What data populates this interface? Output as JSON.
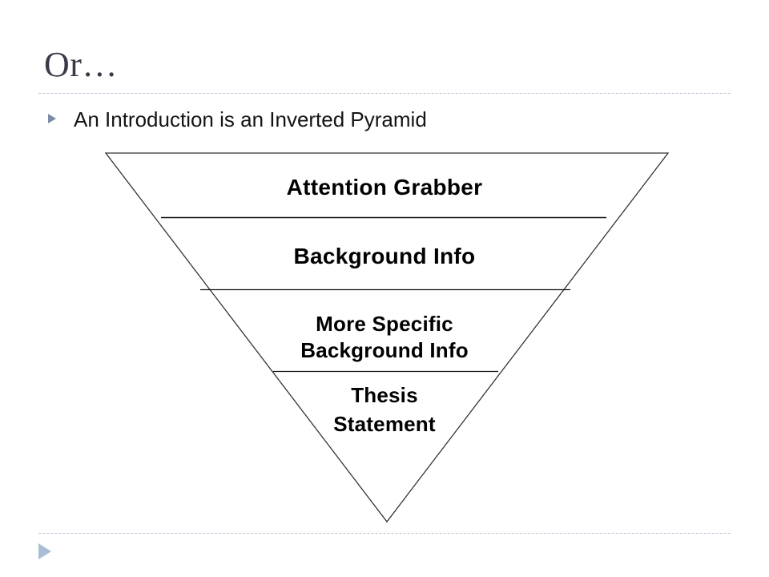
{
  "slide": {
    "title": "Or…",
    "bullet": {
      "marker_icon": "triangle-bullet-icon",
      "text": "An Introduction is an Inverted Pyramid"
    },
    "footer_marker_icon": "triangle-advance-icon",
    "divider_color": "#b9c5d8",
    "title_color": "#3b3b47",
    "bullet_marker_color": "#7d8aa8",
    "footer_marker_color": "#a9bdd4"
  },
  "diagram": {
    "name": "inverted-pyramid",
    "shape": "inverted-triangle",
    "outline_color": "#333333",
    "fill_color": "#ffffff",
    "bands": [
      {
        "id": "band-attention",
        "label": "Attention Grabber"
      },
      {
        "id": "band-background",
        "label": "Background Info"
      },
      {
        "id": "band-more-specific",
        "label_line1": "More Specific",
        "label_line2": "Background Info"
      },
      {
        "id": "band-thesis",
        "label_line1": "Thesis",
        "label_line2": "Statement"
      }
    ]
  }
}
